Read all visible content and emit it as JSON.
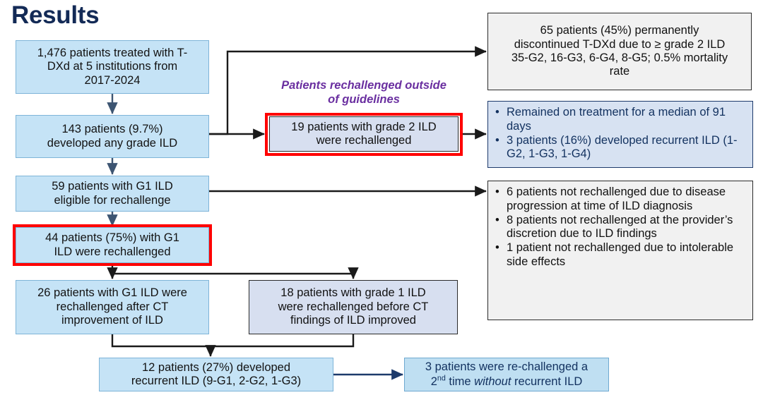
{
  "page": {
    "title": "Results",
    "title_color": "#132a56",
    "background": "#ffffff"
  },
  "callout": {
    "line1": "Patients rechallenged outside",
    "line2": "of guidelines",
    "color": "#6a2fa0"
  },
  "highlight_color": "#ff0000",
  "flow": {
    "cohort": {
      "line1": "1,476 patients treated with T-",
      "line2": "DXd at 5 institutions from",
      "line3": "2017-2024"
    },
    "any_ild": {
      "line1": "143 patients (9.7%)",
      "line2": "developed any grade ILD"
    },
    "g1_eligible": {
      "line1": "59 patients with G1 ILD",
      "line2": "eligible for rechallenge"
    },
    "g1_rechallenged": {
      "line1": "44 patients (75%) with G1",
      "line2": "ILD were rechallenged"
    },
    "after_ct": {
      "line1": "26 patients with G1 ILD were",
      "line2": "rechallenged after CT",
      "line3": "improvement of ILD"
    },
    "before_ct": {
      "line1": "18 patients with grade 1 ILD",
      "line2": "were rechallenged before CT",
      "line3": "findings of ILD improved"
    },
    "recurrent": {
      "line1": "12 patients (27%) developed",
      "line2": "recurrent ILD (9-G1, 2-G2, 1-G3)"
    },
    "second_rechallenge": {
      "line1_a": "3 patients were re-challenged a",
      "line2_a": "2",
      "line2_sup": "nd",
      "line2_b": " time ",
      "line2_em": "without",
      "line2_c": " recurrent ILD"
    },
    "grade2_rechallenged": {
      "line1": "19 patients with grade 2 ILD",
      "line2": "were rechallenged"
    }
  },
  "side": {
    "discontinued": {
      "line1": "65 patients (45%) permanently",
      "line2": "discontinued T-DXd due to ≥ grade 2 ILD",
      "line3": "35-G2, 16-G3, 6-G4, 8-G5; 0.5% mortality",
      "line4": "rate"
    },
    "grade2_outcomes": {
      "bullets": [
        "Remained on treatment for a median of 91 days",
        "3 patients (16%) developed recurrent ILD (1-G2, 1-G3, 1-G4)"
      ]
    },
    "not_rechallenged": {
      "bullets": [
        "6 patients not rechallenged due to disease progression at time of ILD diagnosis",
        "8 patients not rechallenged at the provider’s discretion due to ILD findings",
        "1 patient not rechallenged due to intolerable side effects"
      ]
    }
  }
}
